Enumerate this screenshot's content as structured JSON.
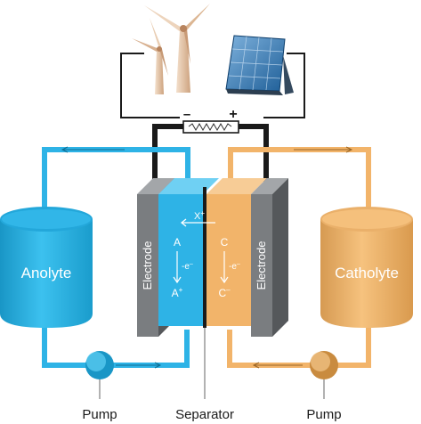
{
  "labels": {
    "anolyte": "Anolyte",
    "catholyte": "Catholyte",
    "electrode_left": "Electrode",
    "electrode_right": "Electrode",
    "pump_left": "Pump",
    "pump_right": "Pump",
    "separator": "Separator",
    "terminal_minus": "–",
    "terminal_plus": "+",
    "anode_top": "A",
    "anode_bottom": "A",
    "anode_bottom_sup": "+",
    "anode_electron": "-e",
    "anode_electron_sup": "–",
    "cathode_top": "C",
    "cathode_bottom": "C",
    "cathode_bottom_sup": "–",
    "cathode_electron": "-e",
    "cathode_electron_sup": "–",
    "ion": "X",
    "ion_sup": "+"
  },
  "colors": {
    "anolyte": "#2eb3e6",
    "anolyte_dark": "#1c9ccd",
    "catholyte": "#f2b46a",
    "catholyte_dark": "#d99a4e",
    "electrode": "#7a7d80",
    "electrode_dark": "#4f5255",
    "wire": "#1a1a1a"
  },
  "icons": [
    "wind-turbine-icon",
    "solar-panel-icon",
    "resistor-icon"
  ]
}
